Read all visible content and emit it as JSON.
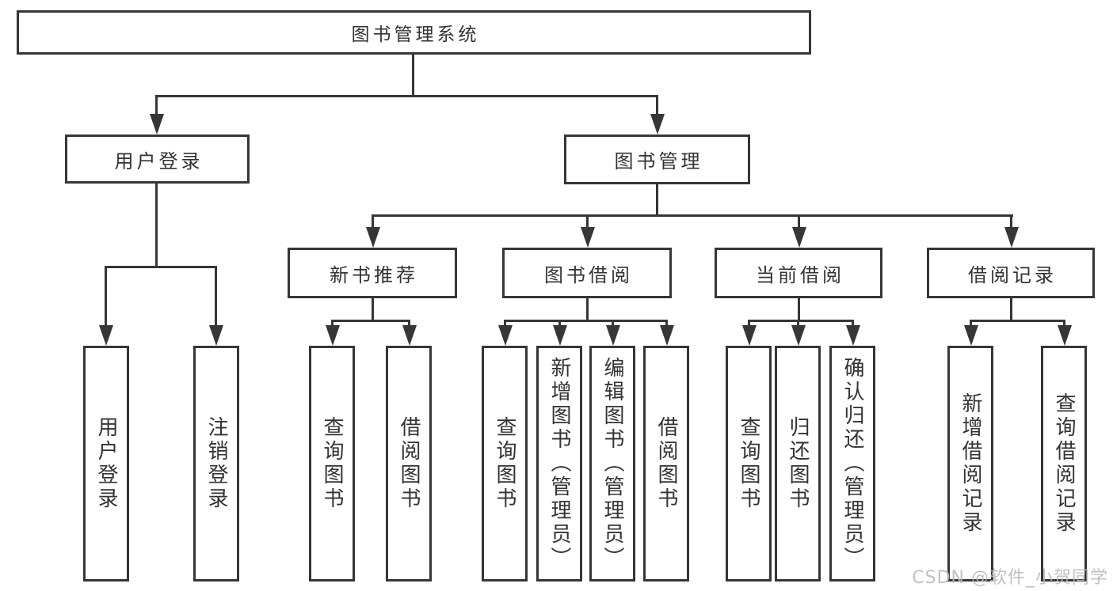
{
  "diagram": {
    "root": {
      "label": "图书管理系统"
    },
    "level2": [
      {
        "label": "用户登录"
      },
      {
        "label": "图书管理"
      }
    ],
    "level3": [
      {
        "label": "新书推荐",
        "parent": "图书管理"
      },
      {
        "label": "图书借阅",
        "parent": "图书管理"
      },
      {
        "label": "当前借阅",
        "parent": "图书管理"
      },
      {
        "label": "借阅记录",
        "parent": "图书管理"
      }
    ],
    "leaves": [
      {
        "label": "用户登录",
        "parent": "用户登录"
      },
      {
        "label": "注销登录",
        "parent": "用户登录"
      },
      {
        "label": "查询图书",
        "parent": "新书推荐"
      },
      {
        "label": "借阅图书",
        "parent": "新书推荐"
      },
      {
        "label": "查询图书",
        "parent": "图书借阅"
      },
      {
        "label": "新增图书（管理员）",
        "parent": "图书借阅"
      },
      {
        "label": "编辑图书（管理员）",
        "parent": "图书借阅"
      },
      {
        "label": "借阅图书",
        "parent": "图书借阅"
      },
      {
        "label": "查询图书",
        "parent": "当前借阅"
      },
      {
        "label": "归还图书",
        "parent": "当前借阅"
      },
      {
        "label": "确认归还（管理员）",
        "parent": "当前借阅"
      },
      {
        "label": "新增借阅记录",
        "parent": "借阅记录"
      },
      {
        "label": "查询借阅记录",
        "parent": "借阅记录"
      }
    ],
    "watermark": "CSDN @软件_小贺同学",
    "colors": {
      "line": "#363636",
      "text": "#333333",
      "background": "#ffffff",
      "watermark": "#b9b9b9"
    }
  }
}
